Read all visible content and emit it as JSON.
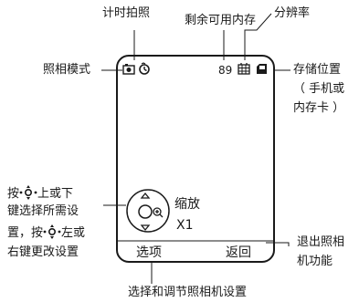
{
  "callouts": {
    "self_timer": "计时拍照",
    "free_memory": "剩余可用内存",
    "resolution": "分辨率",
    "camera_mode": "照相模式",
    "storage_location": [
      "存储位置",
      "（ 手机或",
      "内存卡 ）"
    ],
    "nav_instruction_1": [
      "按",
      "上或下"
    ],
    "nav_instruction_2": "键选择所需设",
    "nav_instruction_3": [
      "置，按",
      "左或"
    ],
    "nav_instruction_4": "右键更改设置",
    "exit_camera": [
      "退出照相",
      "机功能"
    ],
    "select_adjust": "选择和调节照相机设置"
  },
  "screen": {
    "remaining_count": "89",
    "zoom_label": "缩放",
    "zoom_value": "X1",
    "left_softkey": "选项",
    "right_softkey": "返回"
  },
  "icons": {
    "camera_mode": "camera-icon",
    "self_timer": "timer-icon",
    "resolution": "resolution-grid-icon",
    "storage": "storage-card-icon",
    "zoom_nav": "navigation-ring-icon",
    "nav_key": "nav-key-icon"
  }
}
